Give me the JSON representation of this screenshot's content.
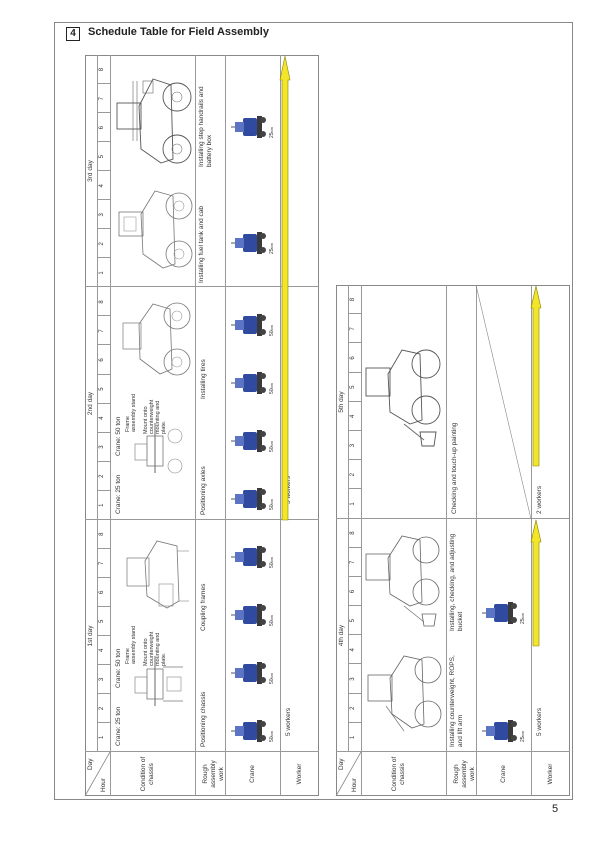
{
  "section": {
    "number": "4",
    "title": "Schedule Table for Field Assembly"
  },
  "page_number": "5",
  "header": {
    "day": "Day",
    "hour": "Hour"
  },
  "hours": [
    "1",
    "2",
    "3",
    "4",
    "5",
    "6",
    "7",
    "8"
  ],
  "row_labels": {
    "condition": "Condition of chassis",
    "rough": "Rough assembly work",
    "crane": "Crane",
    "worker": "Worker"
  },
  "table1": {
    "days": [
      "1st day",
      "2nd day",
      "3rd day"
    ],
    "crane_labels": {
      "d1_a": "Crane: 25 ton",
      "d1_b": "Crane: 50 ton",
      "d2_a": "Crane: 25 ton",
      "d2_b": "Crane: 50 ton"
    },
    "annotations": {
      "d1_frame": "Frame assembly stand",
      "d1_mount": "Mount onto counterweight mounting and plate.",
      "d2_frame": "Frame assembly stand",
      "d2_mount": "Mount onto counterweight mounting and plate."
    },
    "rough_work": {
      "d1_a": "Positioning chassis",
      "d1_b": "Coupling frames",
      "d2_a": "Positioning axles",
      "d2_b": "Installing tires",
      "d3_a": "Installing fuel tank and cab",
      "d3_b": "Installing step handrails and battery box"
    },
    "crane_tons": {
      "d1": [
        "50",
        "50",
        "50",
        "50"
      ],
      "d2": [
        "50",
        "50",
        "50",
        "50"
      ],
      "d3": [
        "25",
        "25"
      ],
      "unit": "ton"
    },
    "workers": {
      "d1": "5 workers",
      "d2": "5 workers"
    }
  },
  "table2": {
    "days": [
      "4th day",
      "5th day"
    ],
    "rough_work": {
      "d4_a": "Installing counterweight, ROPS, and lift arm",
      "d4_b": "Installing, checking, and adjusting bucket",
      "d5": "Checking and touch-up painting"
    },
    "crane_tons": {
      "d4": [
        "25",
        "25"
      ],
      "unit": "ton"
    },
    "workers": {
      "d4": "5 workers",
      "d5": "2 workers"
    }
  },
  "colors": {
    "crane_blue": "#2f4a9e",
    "arrow_yellow": "#f2e62a",
    "arrow_stroke": "#8a8200",
    "grid": "#888888"
  }
}
